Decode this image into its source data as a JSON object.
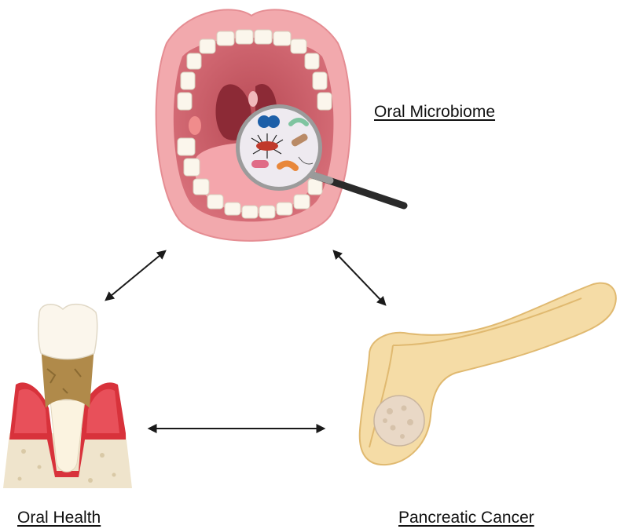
{
  "labels": {
    "oral_microbiome": "Oral Microbiome",
    "oral_health": "Oral Health",
    "pancreatic_cancer": "Pancreatic Cancer"
  },
  "colors": {
    "lip": "#f2a9ad",
    "mouth_inner": "#c85a64",
    "throat": "#8c2a36",
    "tongue": "#f4a6ac",
    "teeth": "#fbf6ec",
    "gum": "#d8323b",
    "bone": "#efe4cc",
    "tartar": "#b08a4a",
    "pancreas": "#f5dca6",
    "pancreas_outline": "#e0b970",
    "tumor": "#e9d8c6",
    "arrow": "#1a1a1a",
    "magnifier_handle": "#2a2a2a"
  },
  "icons": [
    "open-mouth-icon",
    "magnifying-glass-icon",
    "bacteria-icon",
    "periodontal-tooth-icon",
    "pancreas-icon",
    "tumor-icon"
  ]
}
